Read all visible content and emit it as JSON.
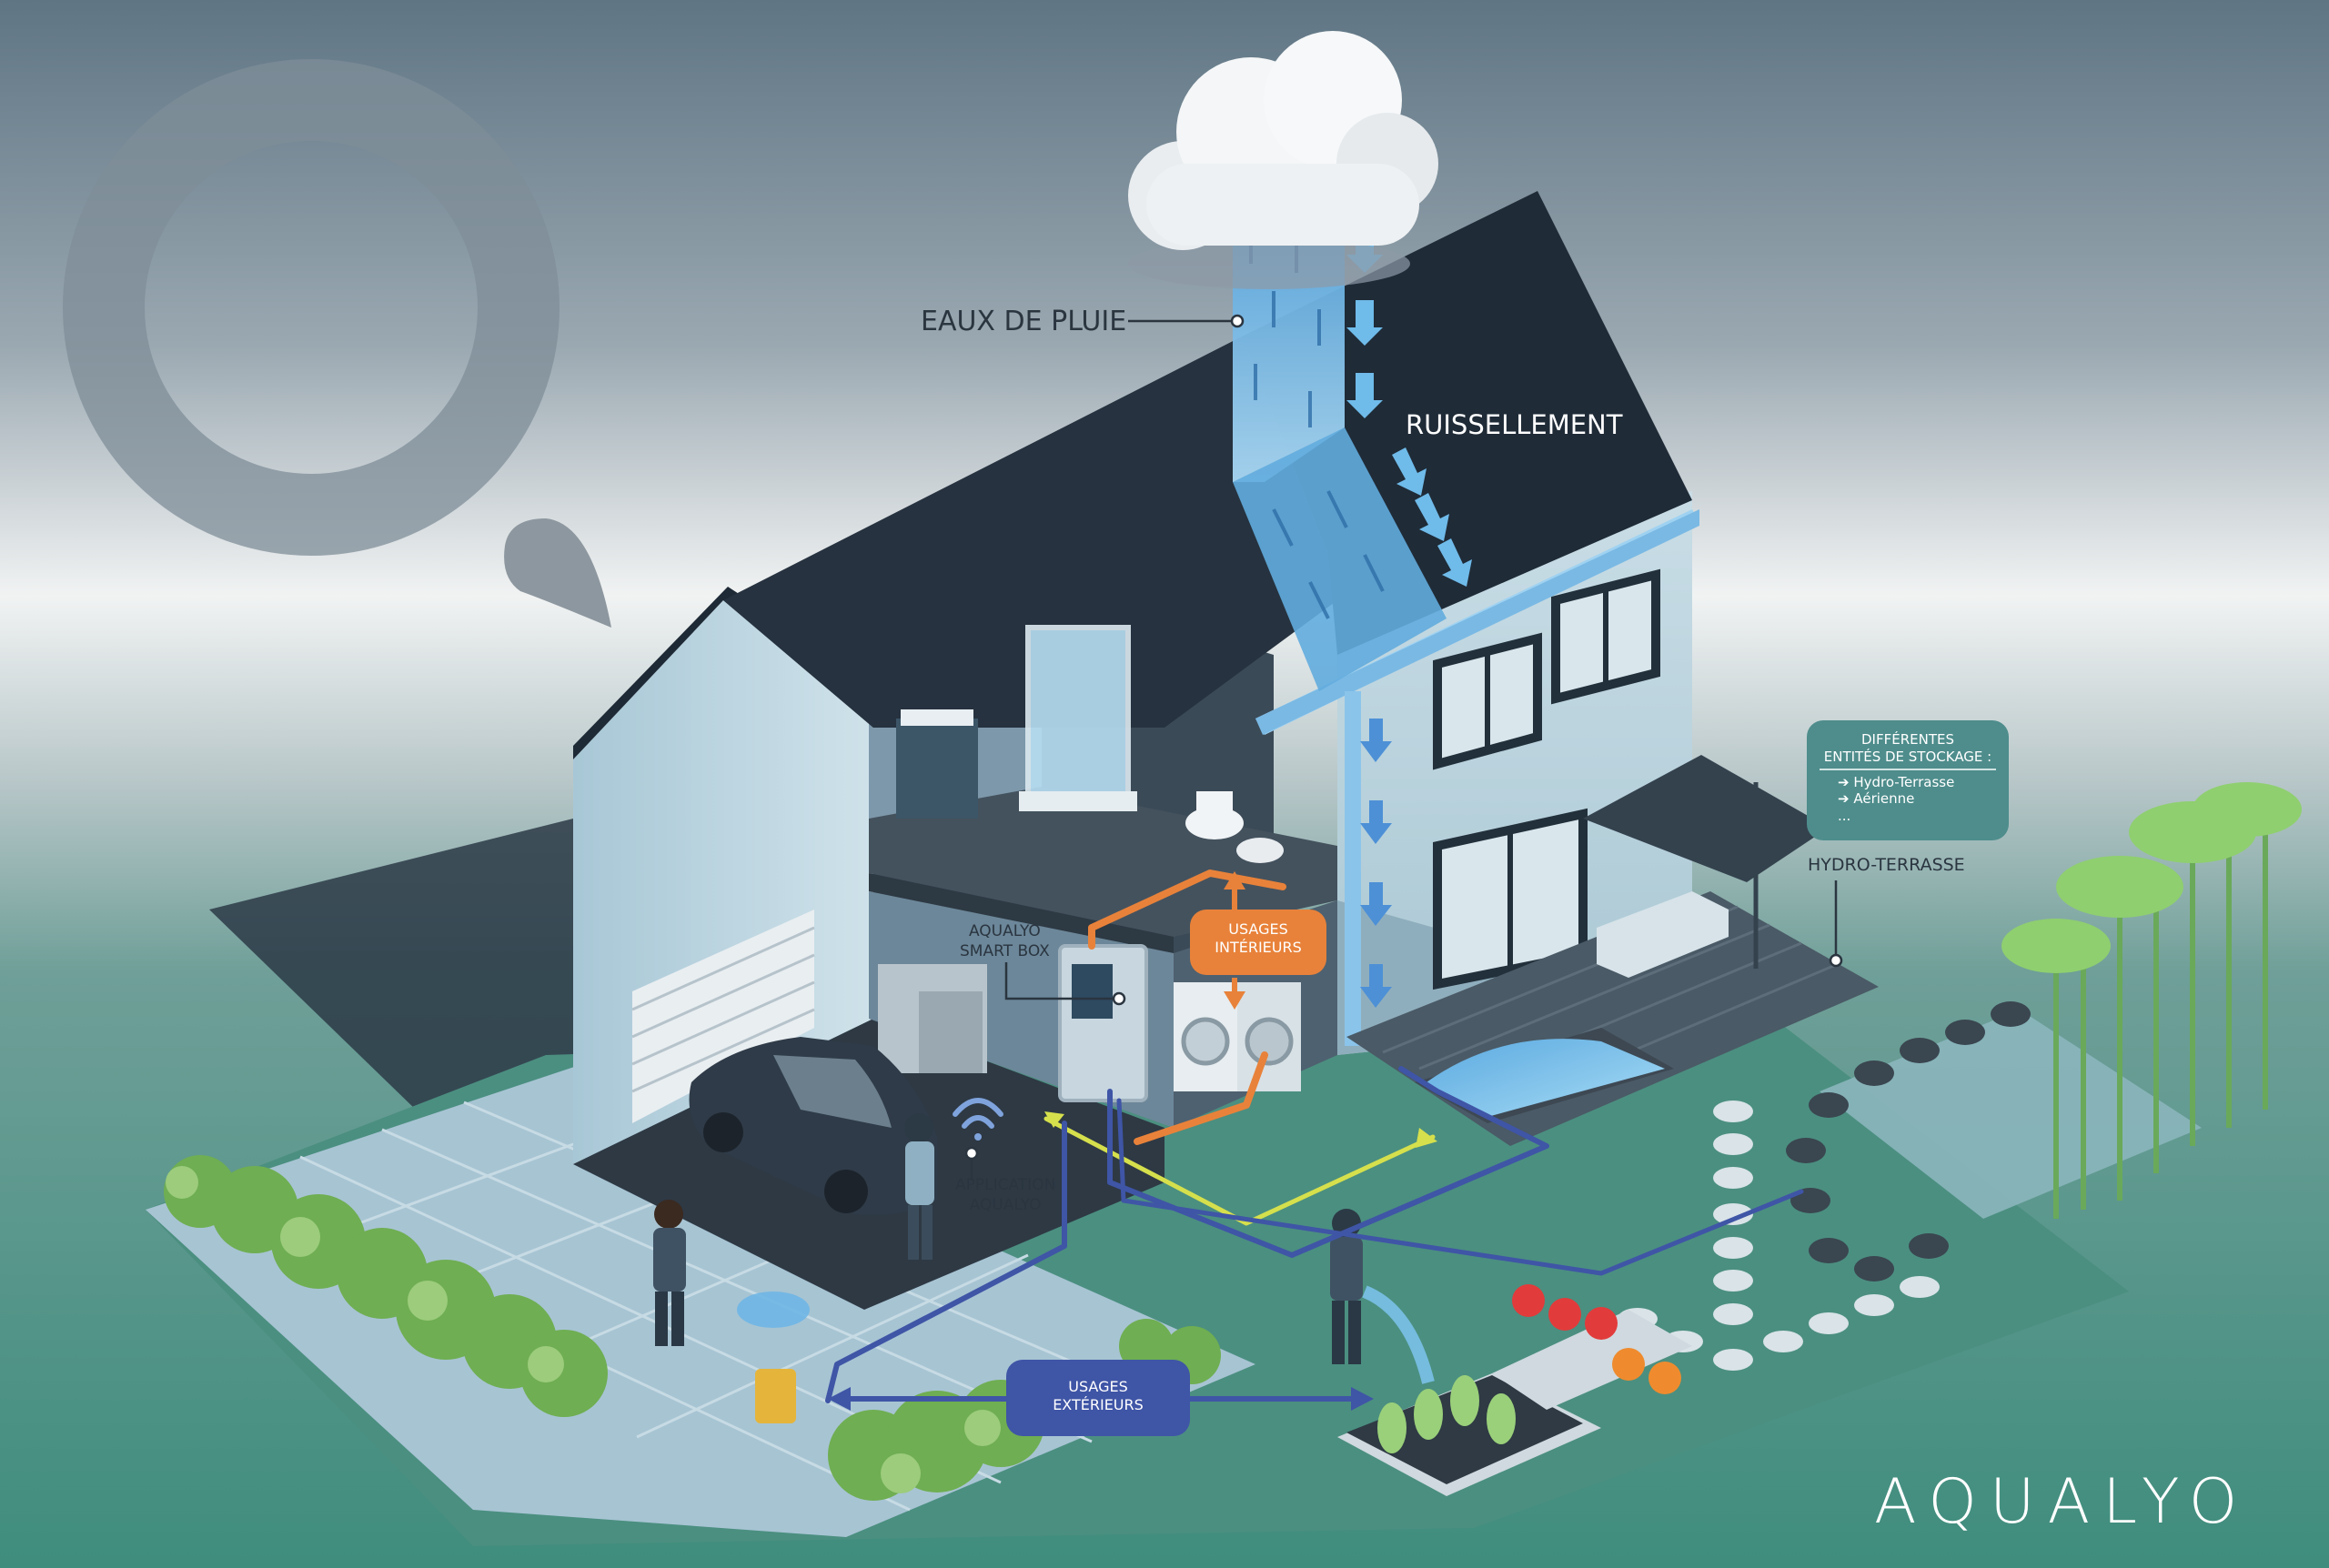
{
  "labels": {
    "rainwater": "EAUX DE PLUIE",
    "runoff": "RUISSELLEMENT",
    "smart_box_line1": "AQUALYO",
    "smart_box_line2": "SMART BOX",
    "app_line1": "APPLICATION",
    "app_line2": "AQUALYO",
    "indoor_line1": "USAGES",
    "indoor_line2": "INTÉRIEURS",
    "outdoor_line1": "USAGES",
    "outdoor_line2": "EXTÉRIEURS",
    "hydro_terrasse": "HYDRO-TERRASSE"
  },
  "storage_box": {
    "title_line1": "DIFFÉRENTES",
    "title_line2": "ENTITÉS DE STOCKAGE :",
    "items": [
      "➔ Hydro-Terrasse",
      "➔ Aérienne",
      "..."
    ]
  },
  "brand": "AQUALYO",
  "colors": {
    "orange": "#e8823a",
    "blue_callout": "#3f55a6",
    "teal_box": "#4e8d8c",
    "ground": "#4f9484",
    "roof": "#24313f",
    "rain": "#6fb6e6",
    "yellow_line": "#d6e04c"
  },
  "icons": [
    "cloud-icon",
    "rain-drop-icon",
    "wifi-icon",
    "sun-ring-icon"
  ]
}
